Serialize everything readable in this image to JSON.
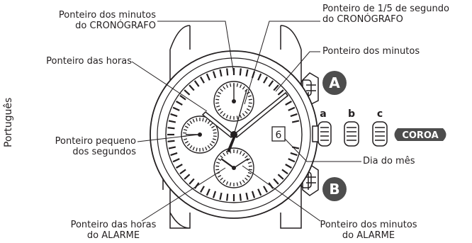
{
  "side_label": "Português",
  "labels": {
    "chrono_minute": [
      "Ponteiro dos minutos",
      "do CRONÓGRAFO"
    ],
    "chrono_fifth": [
      "Ponteiro de 1/5 de segundo",
      "do CRONÓGRAFO"
    ],
    "hour_hand": "Ponteiro das horas",
    "minute_hand": "Ponteiro dos minutos",
    "small_second": [
      "Ponteiro pequeno",
      "dos segundos"
    ],
    "day": "Dia do mês",
    "alarm_hour": [
      "Ponteiro das horas",
      "do ALARME"
    ],
    "alarm_minute": [
      "Ponteiro dos minutos",
      "do ALARME"
    ]
  },
  "buttons": {
    "a": "A",
    "b": "B"
  },
  "crown": {
    "label": "COROA",
    "positions": [
      "a",
      "b",
      "c"
    ]
  },
  "date_value": "6",
  "colors": {
    "ink": "#231f20",
    "badge": "#4d4d4d",
    "badge_text": "#ffffff"
  }
}
